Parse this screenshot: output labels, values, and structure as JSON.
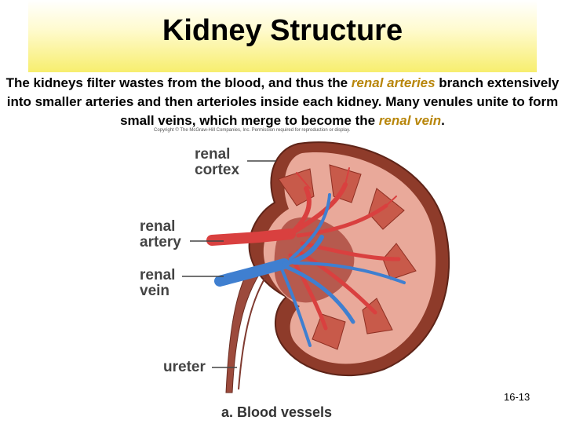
{
  "title": "Kidney Structure",
  "description": {
    "part1": "The kidneys filter wastes from the blood, and thus the ",
    "term1": "renal arteries",
    "part2": " branch extensively into smaller arteries and then arterioles inside each kidney. Many venules unite to form small veins, which merge to become the ",
    "term2": "renal vein",
    "part3": "."
  },
  "copyright": "Copyright © The McGraw-Hill Companies, Inc. Permission required for reproduction or display.",
  "labels": {
    "renal_cortex_line1": "renal",
    "renal_cortex_line2": "cortex",
    "renal_artery_line1": "renal",
    "renal_artery_line2": "artery",
    "renal_vein_line1": "renal",
    "renal_vein_line2": "vein",
    "ureter": "ureter"
  },
  "slide_number": "16-13",
  "caption": "a. Blood vessels",
  "colors": {
    "title_gradient_bottom": "#f7ee6e",
    "highlight_term": "#b8860b",
    "kidney_capsule": "#8e3b2a",
    "cortex": "#e9a99a",
    "artery": "#d9403f",
    "vein": "#3f7fd0"
  }
}
